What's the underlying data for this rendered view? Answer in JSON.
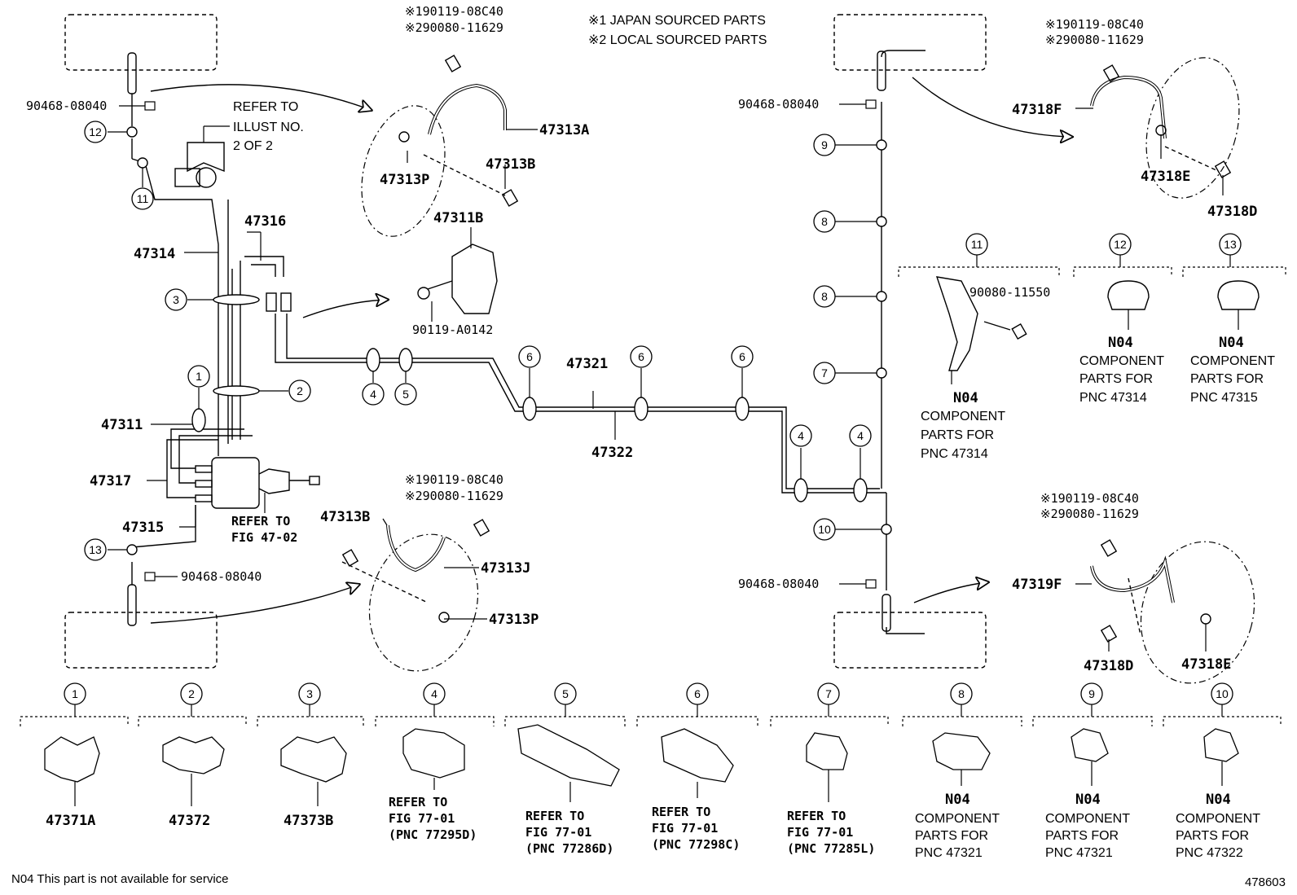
{
  "legend": {
    "line1": "※1 JAPAN SOURCED PARTS",
    "line2": "※2 LOCAL SOURCED PARTS"
  },
  "callouts": {
    "c1": "1",
    "c2": "2",
    "c3": "3",
    "c4": "4",
    "c5": "5",
    "c6": "6",
    "c7": "7",
    "c8": "8",
    "c9": "9",
    "c10": "10",
    "c11": "11",
    "c12": "12",
    "c13": "13"
  },
  "parts": {
    "p47314": "47314",
    "p47316": "47316",
    "p47311": "47311",
    "p47317": "47317",
    "p47315": "47315",
    "p47321": "47321",
    "p47322": "47322",
    "p47311B": "47311B",
    "p47313A": "47313A",
    "p47313B_top": "47313B",
    "p47313P_top": "47313P",
    "p47313B_bot": "47313B",
    "p47313J": "47313J",
    "p47313P_bot": "47313P",
    "p47318F": "47318F",
    "p47318E_top": "47318E",
    "p47318D_top": "47318D",
    "p47319F": "47319F",
    "p47318D_bot": "47318D",
    "p47318E_bot": "47318E",
    "p47371A": "47371A",
    "p47372": "47372",
    "p47373B": "47373B"
  },
  "partnums": {
    "n90468_tl": "90468-08040",
    "n90468_bl": "90468-08040",
    "n90468_tr": "90468-08040",
    "n90468_br": "90468-08040",
    "n90119": "90119-A0142",
    "n90080": "90080-11550",
    "sup_top_a": "※190119-08C40",
    "sup_top_b": "※290080-11629",
    "sup_bot_a": "※190119-08C40",
    "sup_bot_b": "※290080-11629",
    "sup_tr_a": "※190119-08C40",
    "sup_tr_b": "※290080-11629",
    "sup_br_a": "※190119-08C40",
    "sup_br_b": "※290080-11629"
  },
  "refer_illust": [
    "REFER TO",
    "ILLUST NO.",
    "2 OF 2"
  ],
  "refer_fig4702": [
    "REFER TO",
    "FIG 47-02"
  ],
  "refer_4": [
    "REFER TO",
    "FIG 77-01",
    "(PNC 77295D)"
  ],
  "refer_5": [
    "REFER TO",
    "FIG 77-01",
    "(PNC 77286D)"
  ],
  "refer_6": [
    "REFER TO",
    "FIG 77-01",
    "(PNC 77298C)"
  ],
  "refer_7": [
    "REFER TO",
    "FIG 77-01",
    "(PNC 77285L)"
  ],
  "n04": "N04",
  "comp_11": [
    "COMPONENT",
    "PARTS FOR",
    "PNC 47314"
  ],
  "comp_12": [
    "COMPONENT",
    "PARTS FOR",
    "PNC 47314"
  ],
  "comp_13": [
    "COMPONENT",
    "PARTS FOR",
    "PNC 47315"
  ],
  "comp_8": [
    "COMPONENT",
    "PARTS FOR",
    "PNC 47321"
  ],
  "comp_9": [
    "COMPONENT",
    "PARTS FOR",
    "PNC 47321"
  ],
  "comp_10": [
    "COMPONENT",
    "PARTS FOR",
    "PNC 47322"
  ],
  "footer": {
    "note": "N04 This part is not available for service",
    "fig_id": "478603"
  }
}
